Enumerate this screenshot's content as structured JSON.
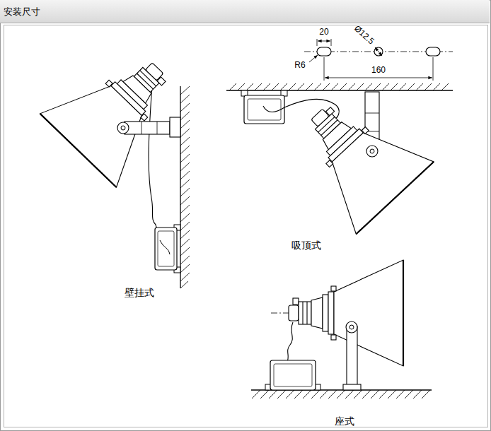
{
  "diagram": {
    "title": "安装尺寸",
    "labels": [
      "20",
      "Ø12.5",
      "R6",
      "160",
      "壁挂式",
      "吸顶式",
      "座式"
    ]
  }
}
